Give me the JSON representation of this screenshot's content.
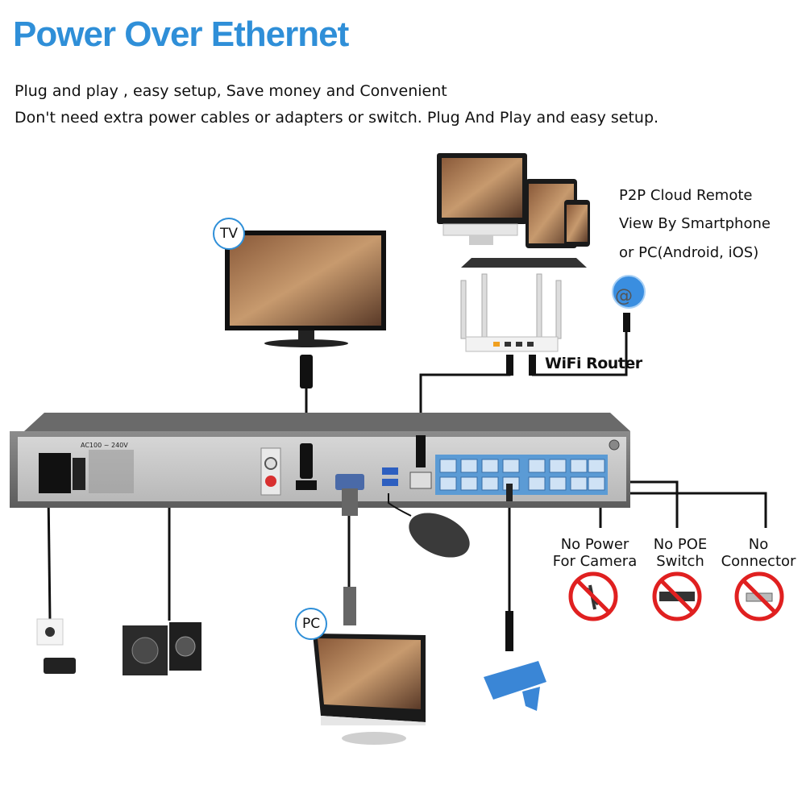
{
  "header": {
    "title": "Power Over Ethernet",
    "subtitle_line1": "Plug and play , easy setup, Save money and Convenient",
    "subtitle_line2": "Don't need extra power cables or adapters or switch. Plug And Play and easy setup."
  },
  "p2p": {
    "line1": "P2P Cloud Remote",
    "line2": "View By Smartphone",
    "line3": "or PC(Android, iOS)"
  },
  "router": {
    "label": "WiFi Router"
  },
  "tv": {
    "label": "TV"
  },
  "pc": {
    "label": "PC"
  },
  "nvr": {
    "power_label": "AC100 ~ 240V"
  },
  "no_power": {
    "line1": "No Power",
    "line2": "For Camera"
  },
  "no_poe": {
    "line1": "No POE",
    "line2": "Switch"
  },
  "no_connector": {
    "line1": "No",
    "line2": "Connector"
  },
  "colors": {
    "accent": "#2f8fd8",
    "prohibit": "#e02020"
  },
  "icons": [
    "tv-icon",
    "pc-monitor-icon",
    "tablet-icon",
    "smartphone-icon",
    "laptop-icon",
    "wifi-router-icon",
    "globe-icon",
    "power-outlet-icon",
    "speakers-icon",
    "mouse-icon",
    "security-camera-icon",
    "no-power-icon",
    "no-switch-icon",
    "no-connector-icon"
  ]
}
